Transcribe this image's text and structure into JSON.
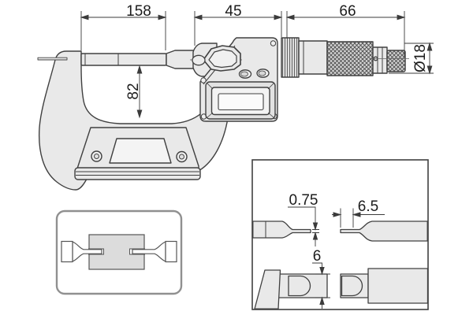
{
  "drawing": {
    "kind": "technical drawing",
    "subject": "digital blade micrometer with dimension callouts",
    "dimensions": {
      "top_left": "158",
      "top_middle": "45",
      "top_right": "66",
      "throat_depth": "82",
      "diameter": "Ø18",
      "blade_thickness": "0.75",
      "blade_tip_width": "6.5",
      "blade_depth": "6"
    },
    "colors": {
      "line": "#404040",
      "fill": "#e9e9e9",
      "knurl_fill": "#d6d6d6",
      "inset_border": "#909090",
      "workpiece_fill": "#dcdcdc"
    }
  }
}
